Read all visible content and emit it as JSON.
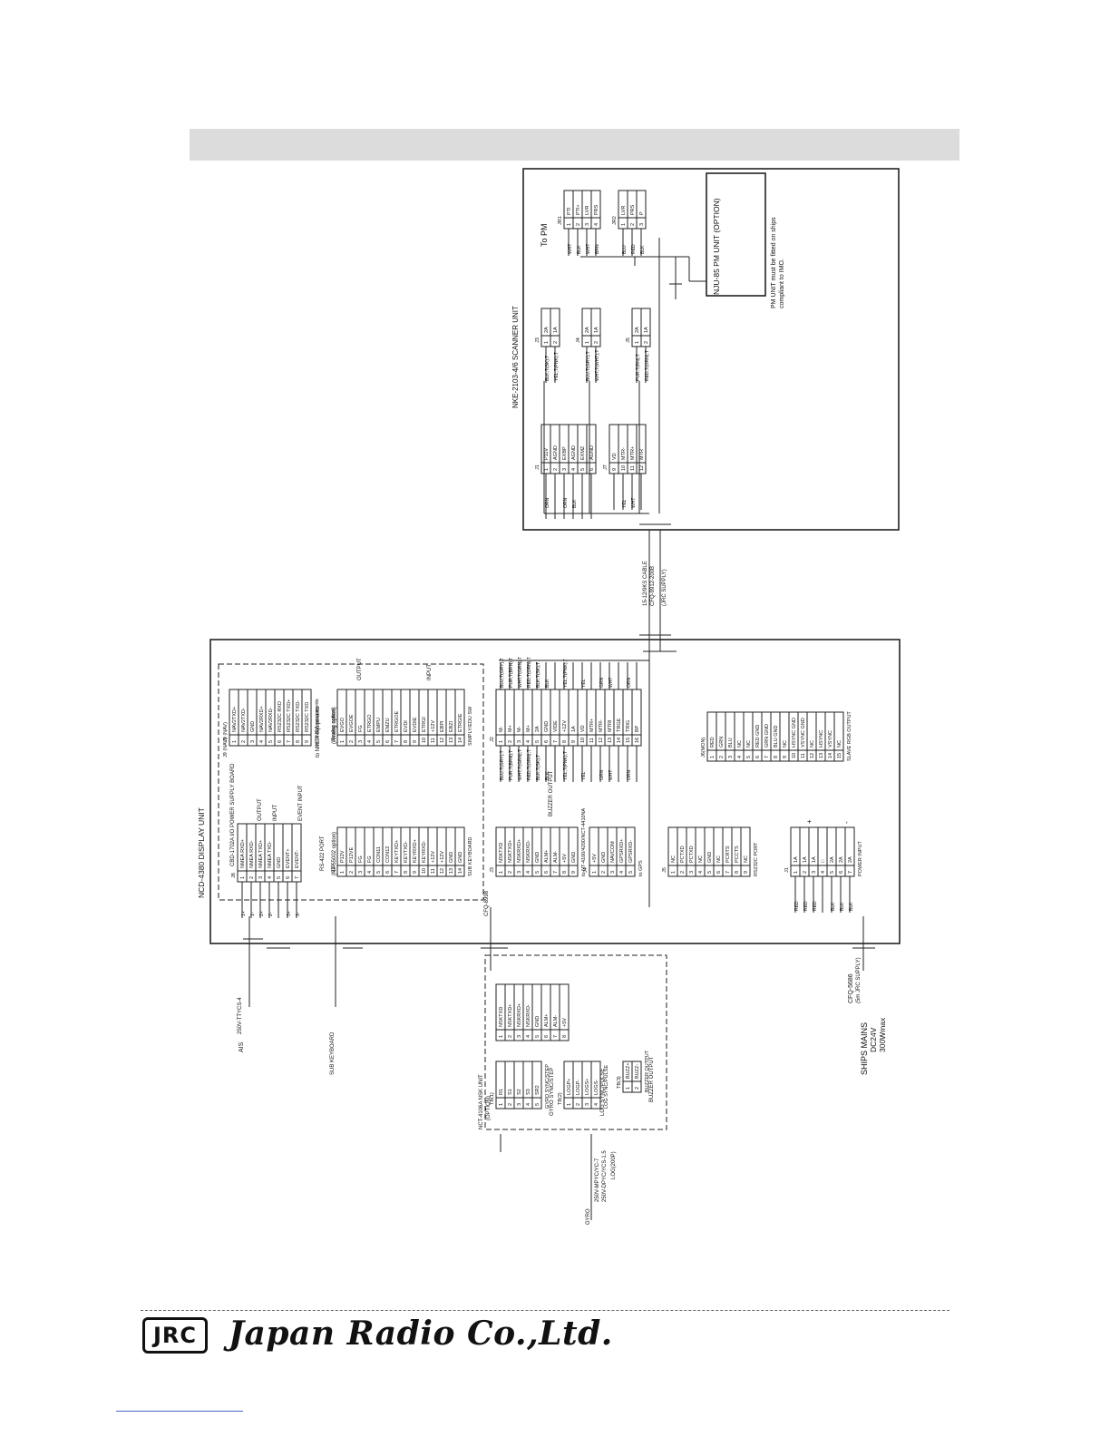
{
  "scanner": {
    "title": "NKE-2103-4/6 SCANNER UNIT",
    "to_pm": "To PM",
    "j1": {
      "title": "J1",
      "pins": [
        [
          "1",
          "P11V"
        ],
        [
          "2",
          "AGND"
        ],
        [
          "3",
          "EXBP"
        ],
        [
          "4",
          "AGND"
        ],
        [
          "5",
          "EXMZ"
        ],
        [
          "6",
          "AGND"
        ]
      ],
      "wires": [
        "ORN",
        "",
        "ORN",
        "BLK",
        "",
        ""
      ]
    },
    "j7": {
      "title": "J7",
      "pins": [
        [
          "9",
          "VD"
        ],
        [
          "10",
          "MTR-"
        ],
        [
          "11",
          "MTR+"
        ],
        [
          "12",
          "MTR"
        ]
      ],
      "wires": [
        "",
        "YEL",
        "WHT",
        ""
      ]
    },
    "j3": {
      "title": "J3",
      "pins": [
        [
          "1",
          "2A"
        ],
        [
          "2",
          "1A"
        ]
      ],
      "wires": [
        "BLK,T(SK),T",
        "YEL,T(PNK),T"
      ]
    },
    "j4": {
      "title": "J4",
      "pins": [
        [
          "1",
          "2A"
        ],
        [
          "2",
          "1A"
        ]
      ],
      "wires": [
        "BLU,T(GRY),T",
        "WHT,T(WHT),T"
      ]
    },
    "j5": {
      "title": "J5",
      "pins": [
        [
          "1",
          "2A"
        ],
        [
          "2",
          "1A"
        ]
      ],
      "wires": [
        "PUR,T(RN),T",
        "RED,T(ORN),T"
      ]
    },
    "jr1": {
      "title": "JR1",
      "pins": [
        [
          "1",
          "PTI"
        ],
        [
          "2",
          "PTI+"
        ],
        [
          "3",
          "LVR"
        ],
        [
          "4",
          "PRS"
        ]
      ],
      "wires": [
        "WHT",
        "BLK",
        "WHT",
        "BRN"
      ]
    },
    "jr2": {
      "title": "JR2",
      "pins": [
        [
          "1",
          "LVR"
        ],
        [
          "2",
          "PRS"
        ],
        [
          "3",
          "P"
        ]
      ],
      "wires": [
        "BLU",
        "RED",
        "BLK"
      ]
    }
  },
  "pm_unit": {
    "title": "NJU-85 PM UNIT (OPTION)",
    "note_line1": "PM UNIT must be fitted on ships",
    "note_line2": "compliant to IMO."
  },
  "cable": {
    "line1": "15-12/9KS CABLE",
    "line2": "CFQ-9912-200B",
    "line3": "(JRC SUPPLY)"
  },
  "display": {
    "title": "NCD-4380 DISPLAY UNIT",
    "board": "CBD-1702A I/O POWER SUPPLY BOARD",
    "j8": {
      "title": "J8",
      "pins": [
        [
          "1",
          "NMEA RXD+"
        ],
        [
          "2",
          "NMEA RXD-"
        ],
        [
          "3",
          "NMEA TXD+"
        ],
        [
          "4",
          "NMEA TXD-"
        ],
        [
          "5",
          "GND"
        ],
        [
          "6",
          "EVENT+"
        ],
        [
          "7",
          "EVENT-"
        ]
      ],
      "wires": [
        "1+",
        "1-",
        "2+",
        "2-",
        "",
        "3+",
        "3-"
      ],
      "labels": [
        "OUTPUT",
        "INPUT",
        "EVENT INPUT",
        "RS-422 PORT"
      ]
    },
    "j9": {
      "title": "J9 (NAV)",
      "pins": [
        [
          "1",
          "NAV2TXD+"
        ],
        [
          "2",
          "NAV2TXD-"
        ],
        [
          "3",
          "GND"
        ],
        [
          "4",
          "NAV2RXD+"
        ],
        [
          "5",
          "NAV2RXD-"
        ],
        [
          "6",
          "RS232C RXD"
        ],
        [
          "7",
          "RS232C TXD+"
        ],
        [
          "8",
          "RS232C TXD-"
        ],
        [
          "9",
          "RS232C TXD"
        ]
      ],
      "caption": "to NMEA equipments"
    },
    "j10": {
      "title": "J10",
      "pins": [
        [
          "1",
          "P12V"
        ],
        [
          "2",
          "P12VE"
        ],
        [
          "3",
          "FG"
        ],
        [
          "4",
          "FG"
        ],
        [
          "5",
          "CON11"
        ],
        [
          "6",
          "CON12"
        ],
        [
          "7",
          "KEYTXD+"
        ],
        [
          "8",
          "KEYTXD-"
        ],
        [
          "9",
          "KEYRXD+"
        ],
        [
          "10",
          "KEYRXD-"
        ],
        [
          "11",
          "+12V"
        ],
        [
          "12",
          "+12V"
        ],
        [
          "13",
          "GND"
        ],
        [
          "14",
          "GND"
        ]
      ],
      "caption": "SUB KEYBOARD",
      "option": "(NJ-55002 option)"
    },
    "j11": {
      "title": "(Analog option)",
      "pins": [
        [
          "1",
          "EVGO"
        ],
        [
          "2",
          "EVGOE"
        ],
        [
          "3",
          "FG"
        ],
        [
          "4",
          "ETRGO"
        ],
        [
          "5",
          "EMPU"
        ],
        [
          "6",
          "EMZU"
        ],
        [
          "7",
          "ETRGOE"
        ],
        [
          "8",
          "EVDI"
        ],
        [
          "9",
          "EVDIE"
        ],
        [
          "10",
          "ETRGI"
        ],
        [
          "11",
          "+12V"
        ],
        [
          "12",
          "EBPI"
        ],
        [
          "13",
          "EBZI"
        ],
        [
          "14",
          "ETRGIE"
        ]
      ],
      "caption": "SIMPLY/EDU SW",
      "labels": [
        "OUTPUT",
        "INPUT"
      ]
    },
    "j2": {
      "title": "J2",
      "pins": [
        [
          "1",
          "M-"
        ],
        [
          "2",
          "M+"
        ],
        [
          "3",
          "M-"
        ],
        [
          "4",
          "M+"
        ],
        [
          "5",
          "2A"
        ],
        [
          "6",
          "GND"
        ],
        [
          "7",
          "VIDE"
        ],
        [
          "8",
          "+12V"
        ],
        [
          "9",
          "1A"
        ],
        [
          "10",
          "VD"
        ],
        [
          "11",
          "MTR+"
        ],
        [
          "12",
          "MTR-"
        ],
        [
          "13",
          "MTRI"
        ],
        [
          "14",
          "TRGE"
        ],
        [
          "15",
          "TRIG"
        ],
        [
          "16",
          "BP"
        ]
      ],
      "wires": [
        "BLU,T(GRY),T",
        "PUR,T(BRN),T",
        "WHT,T(GRN),T",
        "RED,T(ORN),T",
        "BLK,T(SK),T",
        "BLK",
        "",
        "YEL,T(PNK),T",
        "",
        "YEL",
        "",
        "GRN",
        "WHT",
        "",
        "ORN",
        ""
      ]
    },
    "j3": {
      "title": "J3",
      "pins": [
        [
          "1",
          "NSKTXD"
        ],
        [
          "2",
          "NSKTXD+"
        ],
        [
          "3",
          "NSKRXD+"
        ],
        [
          "4",
          "NSKRXD-"
        ],
        [
          "5",
          "GND"
        ],
        [
          "6",
          "ALM+"
        ],
        [
          "7",
          "ALM-"
        ],
        [
          "8",
          "+5V"
        ],
        [
          "9",
          "GND"
        ]
      ],
      "caption": "to NT-4100/4200/NCT-4410NA",
      "labels": [
        "BUZZER OUTPUT"
      ]
    },
    "j4": {
      "title": "J4",
      "pins": [
        [
          "1",
          "+5V"
        ],
        [
          "2",
          "GND"
        ],
        [
          "3",
          "NAVCOM"
        ],
        [
          "4",
          "GPSRXD+"
        ],
        [
          "5",
          "GPSRXD-"
        ]
      ],
      "caption": "to GPS"
    },
    "j5": {
      "title": "J5",
      "pins": [
        [
          "1",
          "NC"
        ],
        [
          "2",
          "PCTXD"
        ],
        [
          "3",
          "PCTXD"
        ],
        [
          "4",
          "NC"
        ],
        [
          "5",
          "GND"
        ],
        [
          "6",
          "NC"
        ],
        [
          "7",
          "PCRTS"
        ],
        [
          "8",
          "PCCTS"
        ],
        [
          "9",
          "NC"
        ]
      ],
      "caption": "RS232C PORT"
    },
    "j6": {
      "title": "J6(MON)",
      "pins": [
        [
          "1",
          "RED"
        ],
        [
          "2",
          "GRN"
        ],
        [
          "3",
          "BLU"
        ],
        [
          "4",
          "NC"
        ],
        [
          "5",
          "NC"
        ],
        [
          "6",
          "RED GND"
        ],
        [
          "7",
          "GRN GND"
        ],
        [
          "8",
          "BLU GND"
        ],
        [
          "9",
          "NC"
        ],
        [
          "10",
          "HSYNC GND"
        ],
        [
          "11",
          "VSYNC GND"
        ],
        [
          "12",
          "NC"
        ],
        [
          "13",
          "HSYNC"
        ],
        [
          "14",
          "VSYNC"
        ],
        [
          "15",
          "NC"
        ]
      ],
      "caption": "SLAVE RGB OUTPUT"
    },
    "j1": {
      "title": "J1",
      "pins": [
        [
          "1",
          "1A"
        ],
        [
          "2",
          "1A"
        ],
        [
          "3",
          "1A"
        ],
        [
          "4",
          "□"
        ],
        [
          "5",
          "2A"
        ],
        [
          "6",
          "2A"
        ],
        [
          "7",
          "2A"
        ]
      ],
      "wires": [
        "RED",
        "RED",
        "RED",
        "",
        "BLK",
        "BLK",
        "BLK"
      ],
      "caption": "POWER INPUT",
      "signs": [
        "+",
        "-"
      ]
    }
  },
  "nsk": {
    "title": "NCT-4106A NSK UNIT",
    "option": "(OPTION)",
    "top": {
      "pins": [
        [
          "1",
          "NSKTXD"
        ],
        [
          "2",
          "NSKTXD+"
        ],
        [
          "3",
          "NSKRXD+"
        ],
        [
          "4",
          "NSKRXD-"
        ],
        [
          "5",
          "GND"
        ],
        [
          "6",
          "ALM+"
        ],
        [
          "7",
          "ALM-"
        ],
        [
          "8",
          "+5V"
        ]
      ]
    },
    "tb1": {
      "title": "TB(1)",
      "pins": [
        [
          "1",
          "R1"
        ],
        [
          "2",
          "S1"
        ],
        [
          "3",
          "S2"
        ],
        [
          "4",
          "S3"
        ],
        [
          "5",
          "SR2"
        ]
      ],
      "caption": "GYRO SYNC/STEP"
    },
    "tb2": {
      "title": "TB(2)",
      "pins": [
        [
          "1",
          "LOGP+"
        ],
        [
          "2",
          "LOGP-"
        ],
        [
          "3",
          "LOGS+"
        ],
        [
          "4",
          "LOGS-"
        ]
      ],
      "caption": "LOG SYNC/PULSE"
    },
    "tb3": {
      "title": "TB(3)",
      "pins": [
        [
          "1",
          "BUZZ+"
        ],
        [
          "2",
          "BUZZ-"
        ]
      ],
      "caption": "BUZZER OUTPUT"
    },
    "cable_code": "CFQ-8998"
  },
  "externals": {
    "ais_cable": "250V-TTYCS-4",
    "ais": "AIS",
    "sub_keyboard": "SUB KEYBOARD",
    "gyro": "GYRO",
    "log_cable1": "250V-MPYC/YC-7",
    "log_cable2": "250V-DPYC/YCS-1.5",
    "log": "LOG(200P)",
    "mains_code": "CFQ-5686",
    "mains_supply": "(5m JRC SUPPLY)",
    "mains_title": "SHIPS MAINS",
    "mains_voltage": "DC24V",
    "mains_power": "300Wmax"
  },
  "footer": {
    "logo": "JRC",
    "company": "Japan Radio Co.,Ltd."
  }
}
